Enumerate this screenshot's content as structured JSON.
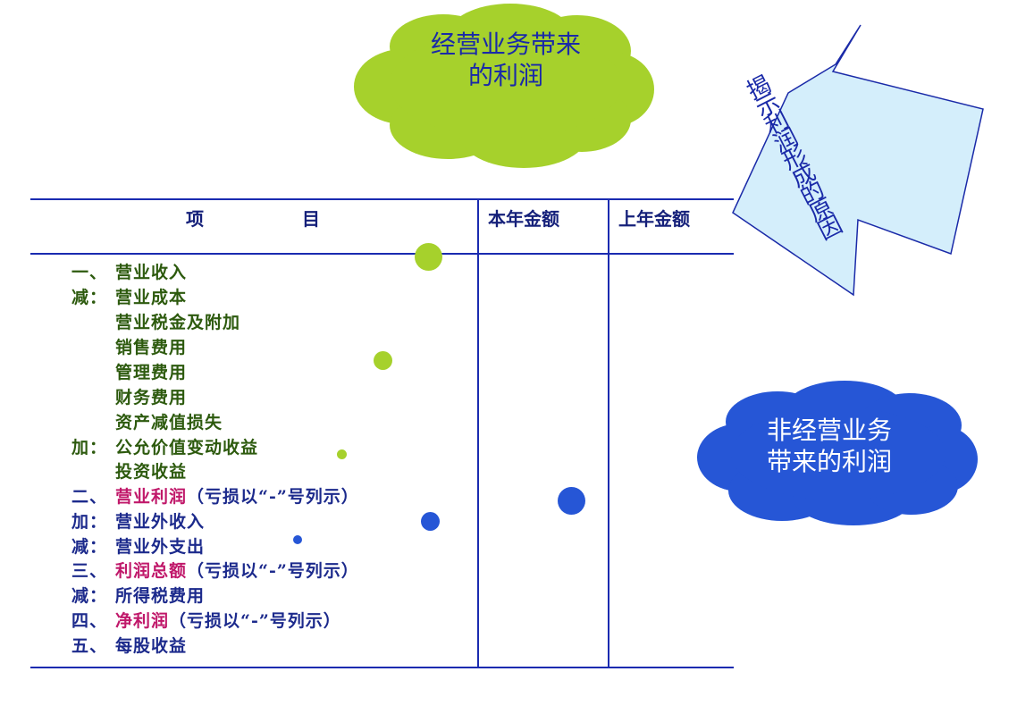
{
  "table": {
    "header": {
      "item_left": "项",
      "item_right": "目",
      "current_year": "本年金额",
      "previous_year": "上年金额"
    },
    "rows": [
      {
        "prefix": "一、",
        "label": "营业收入",
        "suffix": ""
      },
      {
        "prefix": "减：",
        "label": "营业成本",
        "suffix": ""
      },
      {
        "prefix": "",
        "label": "营业税金及附加",
        "suffix": ""
      },
      {
        "prefix": "",
        "label": "销售费用",
        "suffix": ""
      },
      {
        "prefix": "",
        "label": "管理费用",
        "suffix": ""
      },
      {
        "prefix": "",
        "label": "财务费用",
        "suffix": ""
      },
      {
        "prefix": "",
        "label": "资产减值损失",
        "suffix": ""
      },
      {
        "prefix": "加：",
        "label": "公允价值变动收益",
        "suffix": ""
      },
      {
        "prefix": "",
        "label": "投资收益",
        "suffix": ""
      },
      {
        "prefix": "二、",
        "label": "营业利润",
        "suffix": "（亏损以“-”号列示）"
      },
      {
        "prefix": "加：",
        "label": "营业外收入",
        "suffix": ""
      },
      {
        "prefix": "减：",
        "label": "营业外支出",
        "suffix": ""
      },
      {
        "prefix": "三、",
        "label": "利润总额",
        "suffix": "（亏损以“-”号列示）"
      },
      {
        "prefix": "减：",
        "label": "所得税费用",
        "suffix": ""
      },
      {
        "prefix": "四、",
        "label": "净利润",
        "suffix": "（亏损以“-”号列示）"
      },
      {
        "prefix": "五、",
        "label": "每股收益",
        "suffix": ""
      }
    ]
  },
  "clouds": {
    "operating": {
      "line1": "经营业务带来",
      "line2": "的利润"
    },
    "non_operating": {
      "line1": "非经营业务",
      "line2": "带来的利润"
    }
  },
  "arrow": {
    "label": "揭示利润形成的原因"
  },
  "colors": {
    "table_line": "#1a2bb0",
    "green_text": "#2d5a0e",
    "blue_text": "#1c2a8c",
    "highlight": "#c0186a",
    "green_cloud": "#a6d12c",
    "blue_cloud": "#2656d6",
    "arrow_fill": "#d4eefb"
  }
}
